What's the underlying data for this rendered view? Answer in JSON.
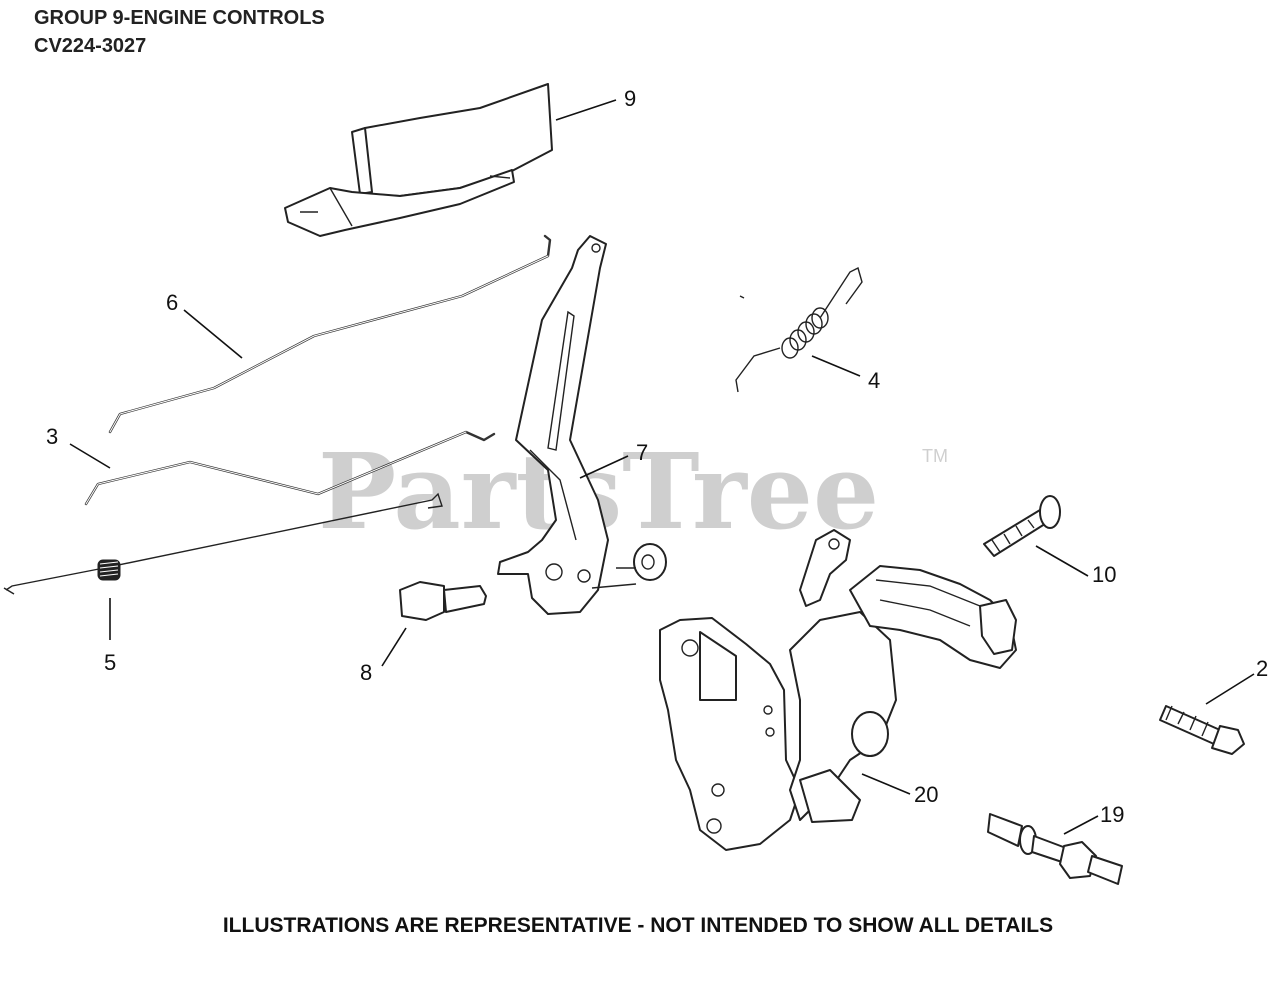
{
  "header": {
    "title_line1": "GROUP 9-ENGINE CONTROLS",
    "title_line2": "CV224-3027"
  },
  "footer": {
    "note": "ILLUSTRATIONS ARE REPRESENTATIVE - NOT INTENDED TO SHOW ALL DETAILS"
  },
  "watermark": {
    "text": "PartsTree",
    "trademark": "TM"
  },
  "callouts": [
    {
      "id": "9",
      "label": "9"
    },
    {
      "id": "6",
      "label": "6"
    },
    {
      "id": "4",
      "label": "4"
    },
    {
      "id": "3",
      "label": "3"
    },
    {
      "id": "7",
      "label": "7"
    },
    {
      "id": "10",
      "label": "10"
    },
    {
      "id": "5",
      "label": "5"
    },
    {
      "id": "8",
      "label": "8"
    },
    {
      "id": "2",
      "label": "2"
    },
    {
      "id": "20",
      "label": "20"
    },
    {
      "id": "19",
      "label": "19"
    }
  ]
}
